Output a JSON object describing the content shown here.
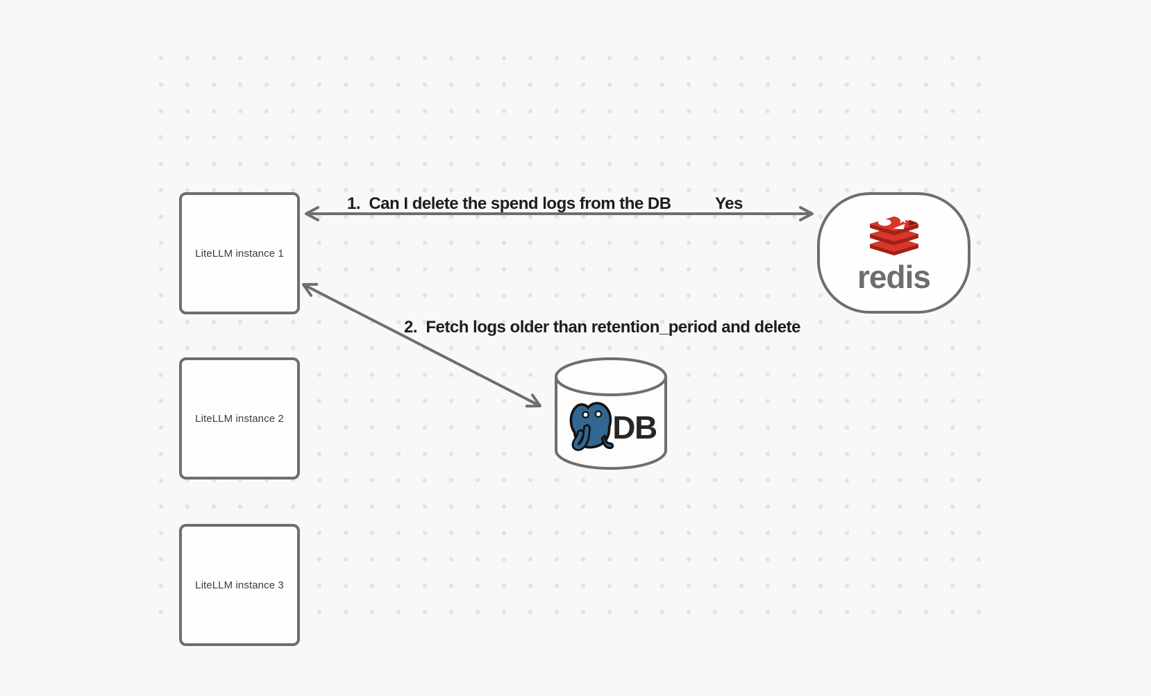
{
  "canvas": {
    "background_color": "#f8f8f8",
    "dot_color": "#e4e4e4"
  },
  "theme": {
    "stroke_color": "#6e6e6e",
    "arrow_label_color": "#1d1d1d",
    "node_label_color": "#3c3c3c"
  },
  "nodes": {
    "litellm_instances": [
      {
        "label": "LiteLLM instance 1"
      },
      {
        "label": "LiteLLM instance 2"
      },
      {
        "label": "LiteLLM instance 3"
      }
    ],
    "redis": {
      "wordmark": "redis",
      "logo_icon": "redis-stack-logo",
      "brand_red": "#d8362a",
      "brand_dark_red": "#a32114",
      "wordmark_color": "#6d6d6d"
    },
    "db": {
      "label": "DB",
      "logo_icon": "postgresql-elephant-logo",
      "brand_blue": "#336791"
    }
  },
  "arrows": [
    {
      "label": "1.  Can I delete the spend logs from the DB",
      "response": "Yes",
      "from": "LiteLLM instance 1",
      "to": "redis",
      "heads": "both"
    },
    {
      "label": "2.  Fetch logs older than retention_period and delete",
      "from": "LiteLLM instance 1",
      "to": "DB",
      "heads": "both"
    }
  ]
}
